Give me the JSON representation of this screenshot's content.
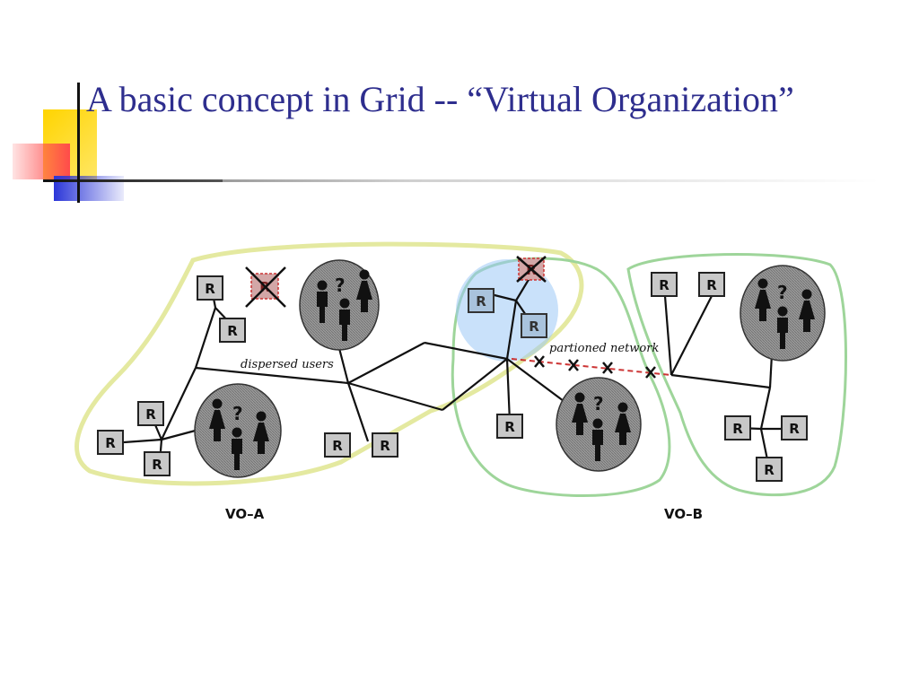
{
  "slide": {
    "title": "A basic concept in Grid -- “Virtual Organization”"
  },
  "diagram": {
    "resource_label": "R",
    "question_mark": "?",
    "labels": {
      "dispersed_users": "dispersed users",
      "partitioned_network": "partioned network",
      "vo_a": "VO–A",
      "vo_b": "VO–B"
    },
    "colors": {
      "title": "#2e2e8e",
      "vo_a_outline": "#e4e9a0",
      "vo_b_outline": "#9ed59a",
      "highlight": "#9cc8f5",
      "failure_mark": "#cc3333"
    }
  }
}
